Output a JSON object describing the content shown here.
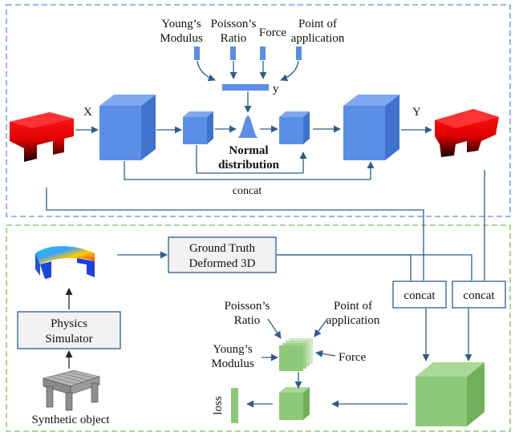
{
  "top": {
    "param_labels": [
      [
        "Young’s",
        "Modulus"
      ],
      [
        "Poisson’s",
        "Ratio"
      ],
      [
        "Force"
      ],
      [
        "Point of",
        "application"
      ]
    ],
    "x_label": "X",
    "y_small": "y",
    "y_label": "Y",
    "normal_line1": "Normal",
    "normal_line2": "distribution",
    "concat": "concat"
  },
  "bottom": {
    "ground_truth_line1": "Ground Truth",
    "ground_truth_line2": "Deformed 3D",
    "simulator_line1": "Physics",
    "simulator_line2": "Simulator",
    "synthetic_object": "Synthetic object",
    "concat_left": "concat",
    "concat_right": "concat",
    "poisson_line1": "Poisson’s",
    "poisson_line2": "Ratio",
    "point_line1": "Point of",
    "point_line2": "application",
    "young_line1": "Young’s",
    "young_line2": "Modulus",
    "force": "Force",
    "loss": "loss"
  },
  "colors": {
    "top_border": "#5b8fd6",
    "bottom_border": "#7fba5a",
    "blue_cube": "#5b8ee6",
    "green_cube": "#8ec97a",
    "red_object": "#ff0000",
    "arrow": "#2e5d8a"
  }
}
